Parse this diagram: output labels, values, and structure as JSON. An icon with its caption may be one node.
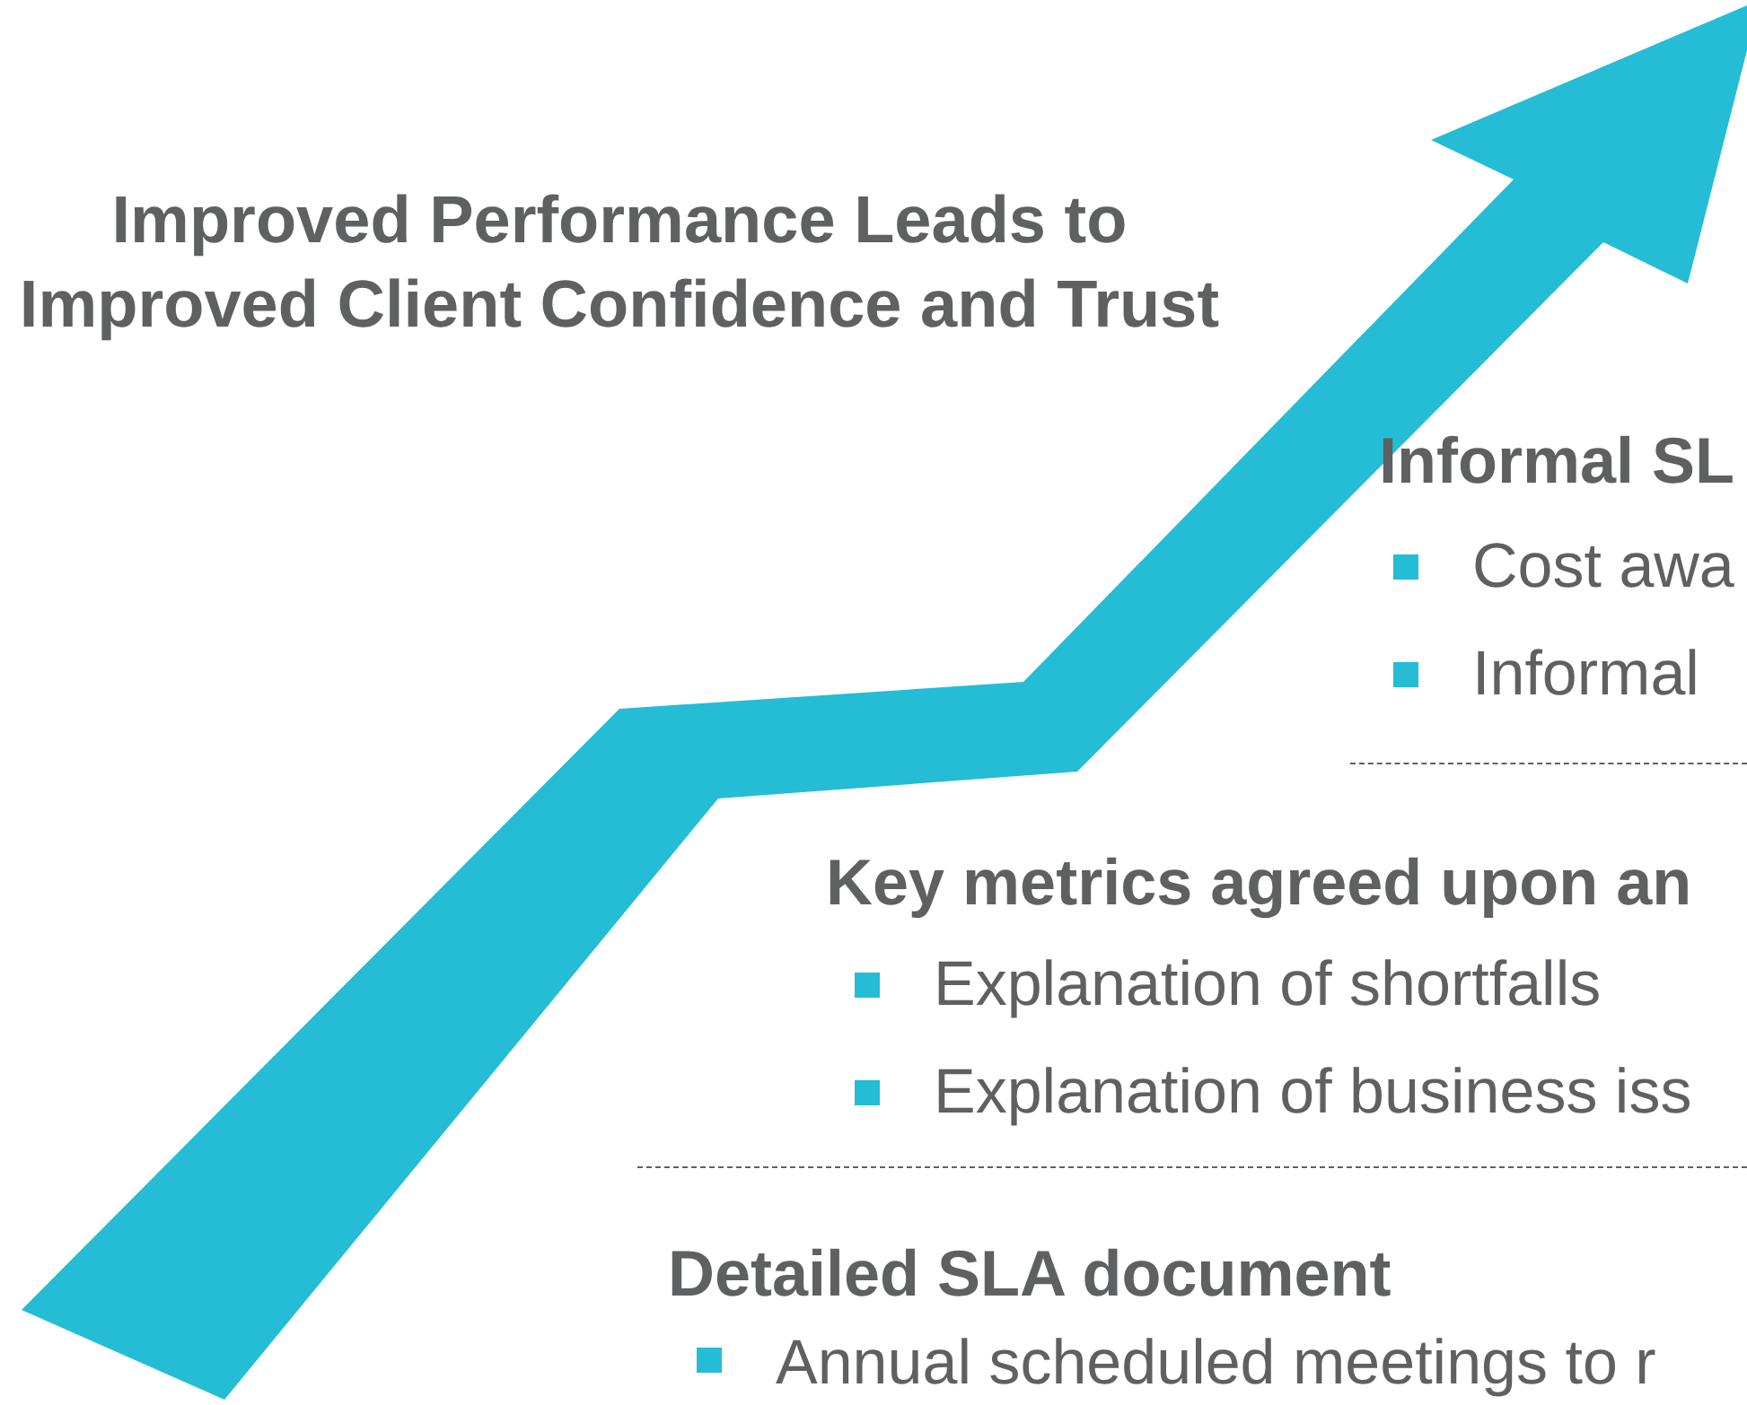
{
  "diagram": {
    "title": "Improved Performance Leads to Improved Client Confidence and Trust",
    "labels": [
      "Informal SL",
      "Cost awa",
      "Informal",
      "Key metrics agreed upon an",
      "Explanation of shortfalls",
      "Explanation of business iss",
      "Detailed SLA document",
      "Annual scheduled meetings to r"
    ]
  }
}
